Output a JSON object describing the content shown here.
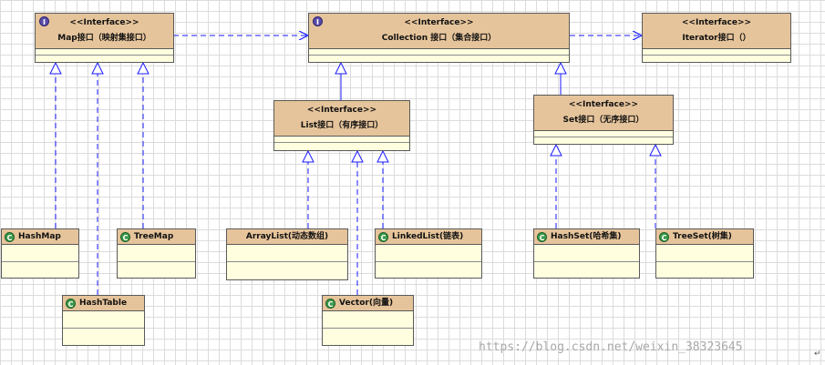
{
  "nodes": {
    "map_iface": {
      "stereotype": "<<Interface>>",
      "name": "Map接口（映射集接口）",
      "icon": "I"
    },
    "collection_iface": {
      "stereotype": "<<Interface>>",
      "name": "Collection 接口（集合接口）",
      "icon": "I"
    },
    "iterator_iface": {
      "stereotype": "<<Interface>>",
      "name": "Iterator接口（）"
    },
    "list_iface": {
      "stereotype": "<<Interface>>",
      "name": "List接口（有序接口）"
    },
    "set_iface": {
      "stereotype": "<<Interface>>",
      "name": "Set接口（无序接口）"
    },
    "hashmap": {
      "name": "HashMap",
      "icon": "C"
    },
    "treemap": {
      "name": "TreeMap",
      "icon": "C"
    },
    "hashtable": {
      "name": "HashTable",
      "icon": "C"
    },
    "arraylist": {
      "name": "ArrayList(动态数组)"
    },
    "linkedlist": {
      "name": "LinkedList(链表)",
      "icon": "C"
    },
    "vector": {
      "name": "Vector(向量)",
      "icon": "C"
    },
    "hashset": {
      "name": "HashSet(哈希集)",
      "icon": "C"
    },
    "treeset": {
      "name": "TreeSet(树集)",
      "icon": "C"
    }
  },
  "edges": [
    {
      "from": "map_iface",
      "to": "collection_iface",
      "kind": "dependency"
    },
    {
      "from": "collection_iface",
      "to": "iterator_iface",
      "kind": "dependency"
    },
    {
      "from": "list_iface",
      "to": "collection_iface",
      "kind": "generalization"
    },
    {
      "from": "set_iface",
      "to": "collection_iface",
      "kind": "generalization"
    },
    {
      "from": "hashmap",
      "to": "map_iface",
      "kind": "realization"
    },
    {
      "from": "hashtable",
      "to": "map_iface",
      "kind": "realization"
    },
    {
      "from": "treemap",
      "to": "map_iface",
      "kind": "realization"
    },
    {
      "from": "arraylist",
      "to": "list_iface",
      "kind": "realization"
    },
    {
      "from": "vector",
      "to": "list_iface",
      "kind": "realization"
    },
    {
      "from": "linkedlist",
      "to": "list_iface",
      "kind": "realization"
    },
    {
      "from": "hashset",
      "to": "set_iface",
      "kind": "realization"
    },
    {
      "from": "treeset",
      "to": "set_iface",
      "kind": "realization"
    }
  ],
  "colors": {
    "header": "#e6c49b",
    "body": "#ffffe0",
    "connector": "#1a1aff",
    "grid": "#dcdcdc"
  },
  "watermark": "https://blog.csdn.net/weixin_38323645",
  "cursor_mark": "↵"
}
